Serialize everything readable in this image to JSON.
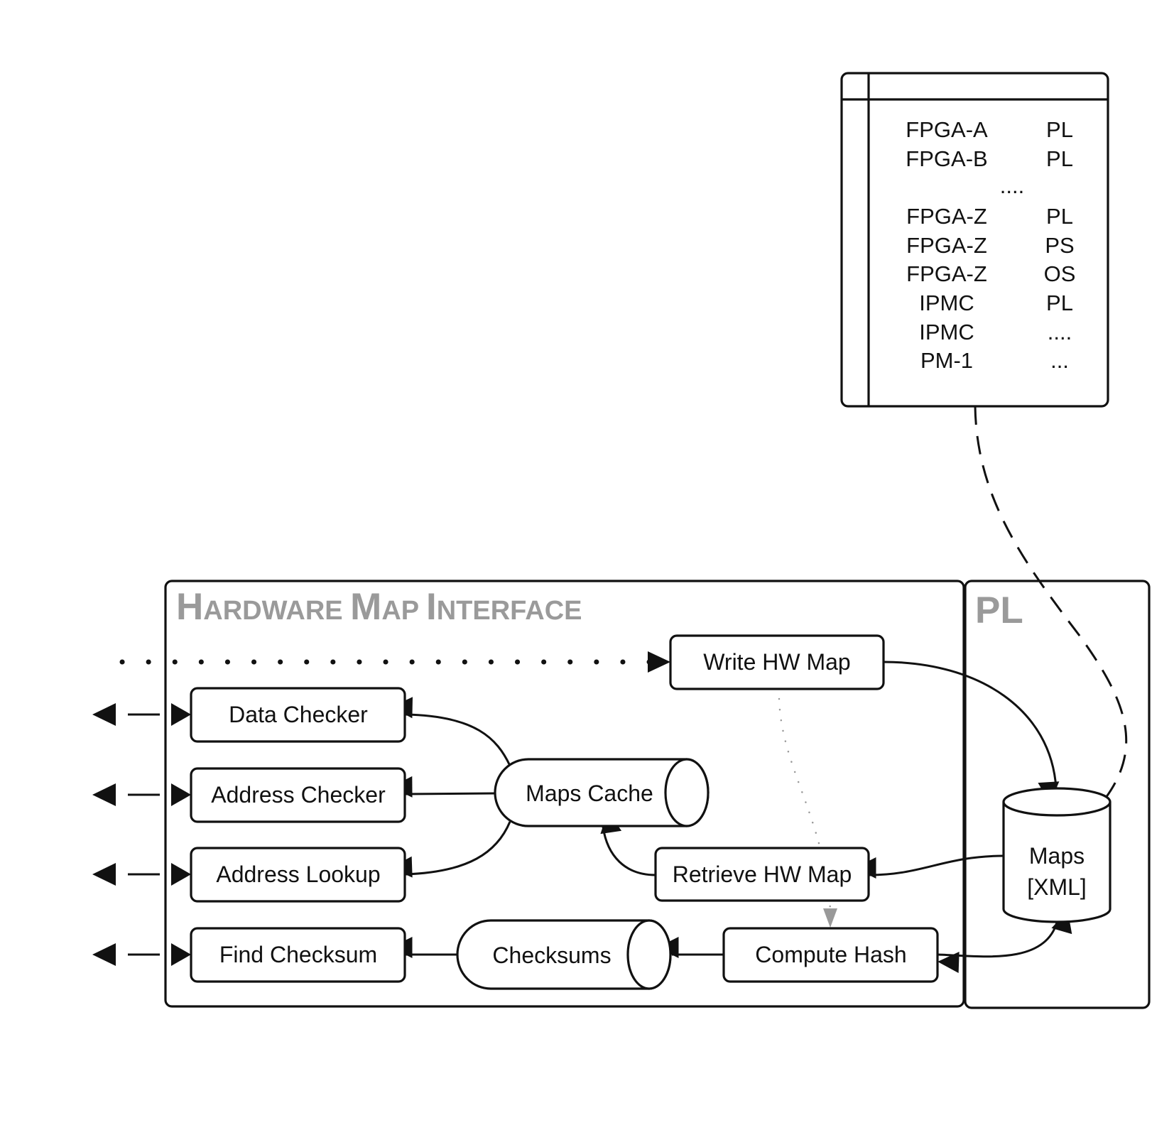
{
  "containers": {
    "hardware_map_interface": {
      "title_initials": [
        "H",
        "M",
        "I"
      ],
      "title_rest": [
        "ARDWARE",
        "AP",
        "NTERFACE"
      ],
      "title": "Hardware Map Interface"
    },
    "pl": {
      "title": "PL"
    }
  },
  "nodes": {
    "write_hw_map": "Write HW Map",
    "data_checker": "Data Checker",
    "address_checker": "Address Checker",
    "address_lookup": "Address Lookup",
    "find_checksum": "Find Checksum",
    "maps_cache": "Maps Cache",
    "retrieve_hw_map": "Retrieve HW Map",
    "checksums": "Checksums",
    "compute_hash": "Compute Hash",
    "maps_xml": {
      "line1": "Maps",
      "line2": "[XML]"
    }
  },
  "map_table": {
    "rows": [
      {
        "device": "FPGA-A",
        "target": "PL"
      },
      {
        "device": "FPGA-B",
        "target": "PL"
      },
      {
        "device": "....",
        "target": ""
      },
      {
        "device": "FPGA-Z",
        "target": "PL"
      },
      {
        "device": "FPGA-Z",
        "target": "PS"
      },
      {
        "device": "FPGA-Z",
        "target": "OS"
      },
      {
        "device": "IPMC",
        "target": "PL"
      },
      {
        "device": "IPMC",
        "target": "...."
      },
      {
        "device": "PM-1",
        "target": "..."
      }
    ]
  },
  "edges": [
    {
      "from": "external",
      "to": "write_hw_map",
      "style": "dotted"
    },
    {
      "from": "write_hw_map",
      "to": "maps_xml",
      "style": "solid"
    },
    {
      "from": "map_table",
      "to": "maps_xml",
      "style": "dashed"
    },
    {
      "from": "maps_xml",
      "to": "retrieve_hw_map",
      "style": "solid"
    },
    {
      "from": "retrieve_hw_map",
      "to": "maps_cache",
      "style": "solid"
    },
    {
      "from": "maps_cache",
      "to": "data_checker",
      "style": "solid"
    },
    {
      "from": "maps_cache",
      "to": "address_checker",
      "style": "solid"
    },
    {
      "from": "maps_cache",
      "to": "address_lookup",
      "style": "solid"
    },
    {
      "from": "write_hw_map",
      "to": "compute_hash",
      "style": "dotted-gray"
    },
    {
      "from": "compute_hash",
      "to": "checksums",
      "style": "solid"
    },
    {
      "from": "checksums",
      "to": "find_checksum",
      "style": "solid"
    },
    {
      "from": "compute_hash",
      "to": "maps_xml",
      "style": "bidirectional"
    },
    {
      "from": "external",
      "to": "data_checker",
      "style": "dashed-bidirectional"
    },
    {
      "from": "external",
      "to": "address_checker",
      "style": "dashed-bidirectional"
    },
    {
      "from": "external",
      "to": "address_lookup",
      "style": "dashed-bidirectional"
    },
    {
      "from": "external",
      "to": "find_checksum",
      "style": "dashed-bidirectional"
    }
  ]
}
